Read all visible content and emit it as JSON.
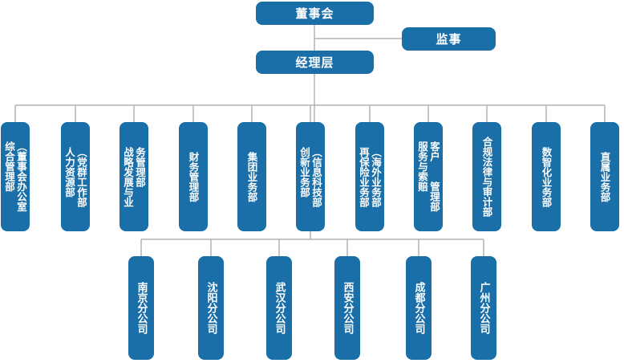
{
  "top": {
    "label": "董事会"
  },
  "supervisor": {
    "label": "监事"
  },
  "management": {
    "label": "经理层"
  },
  "departments": [
    {
      "name": "dept-board-office",
      "label": "（董事会办公室\n综合管理部"
    },
    {
      "name": "dept-party-hr",
      "label": "（党群工作部\n人力资源部"
    },
    {
      "name": "dept-strategy",
      "label": "务管理部\n战略发展与业"
    },
    {
      "name": "dept-finance",
      "label": "财务管理部"
    },
    {
      "name": "dept-group-business",
      "label": "集团业务部"
    },
    {
      "name": "dept-it-innovation",
      "label": "（信息科技部\n创新业务部"
    },
    {
      "name": "dept-overseas-reinsurance",
      "label": "（海外业务部\n再保险业务部"
    },
    {
      "name": "dept-customer-claims",
      "label": "客户　　管理部\n服务与索赔"
    },
    {
      "name": "dept-compliance-audit",
      "label": "合规法律与审计部"
    },
    {
      "name": "dept-digital",
      "label": "数智化业务部"
    },
    {
      "name": "dept-direct",
      "label": "直属业务部"
    }
  ],
  "branches": [
    {
      "name": "branch-nanjing",
      "label": "南京分公司"
    },
    {
      "name": "branch-shenyang",
      "label": "沈阳分公司"
    },
    {
      "name": "branch-wuhan",
      "label": "武汉分公司"
    },
    {
      "name": "branch-xian",
      "label": "西安分公司"
    },
    {
      "name": "branch-chengdu",
      "label": "成都分公司"
    },
    {
      "name": "branch-guangzhou",
      "label": "广州分公司"
    }
  ],
  "colors": {
    "box": "#1b6fa8",
    "line": "#b3b3b3",
    "text": "#ffffff"
  }
}
